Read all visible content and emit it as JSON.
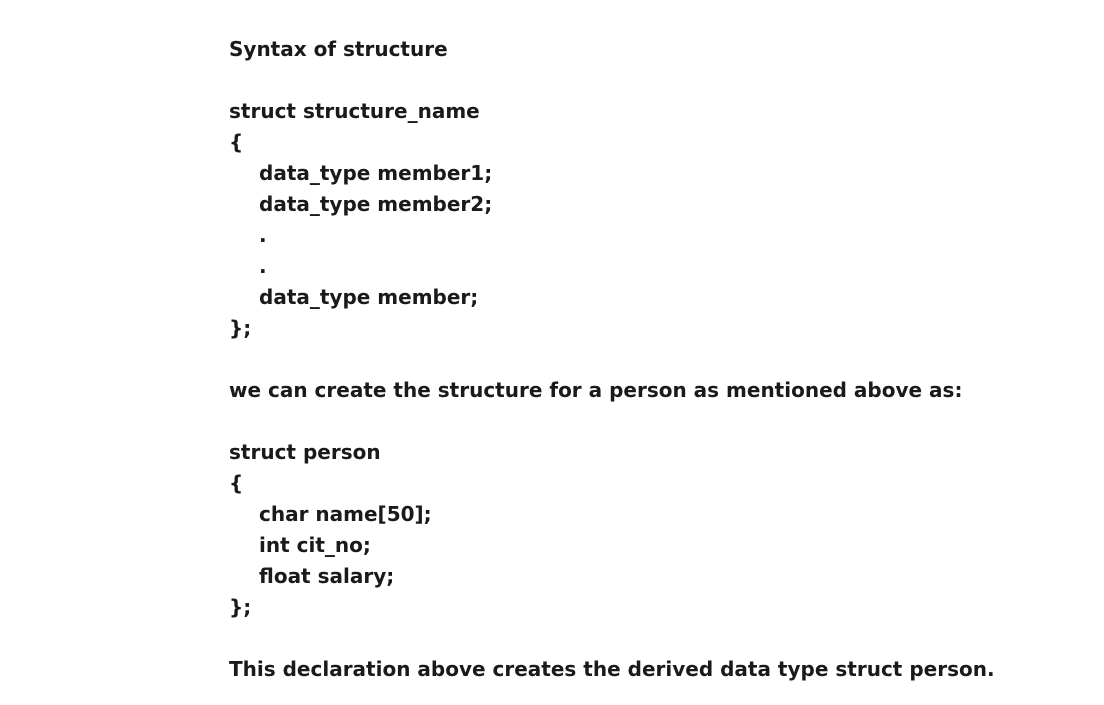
{
  "heading": "Syntax of structure",
  "syntax": {
    "header": "struct structure_name",
    "open_brace": "{",
    "members": [
      "data_type member1;",
      "data_type member2;",
      ".",
      ".",
      "data_type member;"
    ],
    "close_brace": "};"
  },
  "sentence_intro": "we can create the structure for a person as mentioned above as:",
  "example": {
    "header": "struct person",
    "open_brace": "{",
    "members": [
      "char name[50];",
      "int cit_no;",
      "float salary;"
    ],
    "close_brace": "};"
  },
  "sentence_conclusion": "This declaration above creates the derived data type struct person."
}
